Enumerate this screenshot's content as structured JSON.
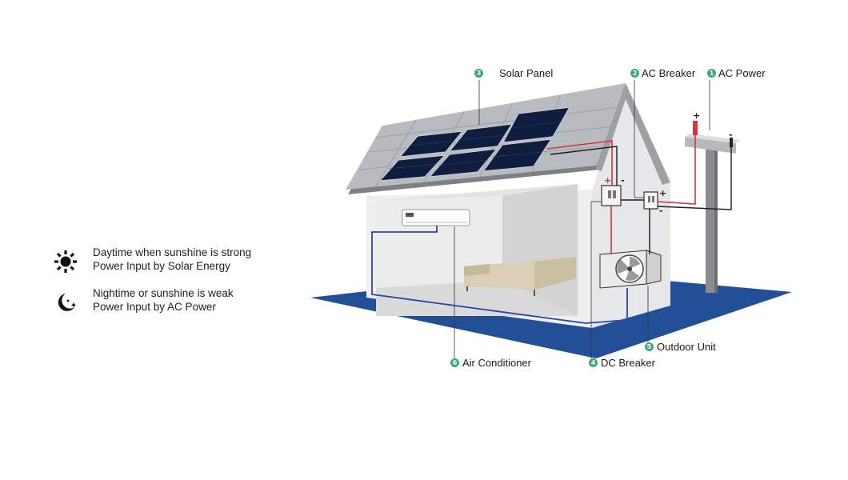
{
  "legend": [
    {
      "icon": "sun-icon",
      "line1": "Daytime when sunshine is strong",
      "line2": "Power Input by Solar Energy"
    },
    {
      "icon": "moon-stars-icon",
      "line1": "Nightime or sunshine is weak",
      "line2": "Power Input by AC Power"
    }
  ],
  "callouts": {
    "solar_panel": {
      "number": "3",
      "label": "Solar Panel"
    },
    "ac_breaker": {
      "number": "2",
      "label": "AC Breaker"
    },
    "ac_power": {
      "number": "1",
      "label": "AC Power"
    },
    "outdoor_unit": {
      "number": "5",
      "label": "Outdoor Unit"
    },
    "air_conditioner": {
      "number": "6",
      "label": "Air Conditioner"
    },
    "dc_breaker": {
      "number": "4",
      "label": "DC Breaker"
    }
  },
  "polarity": {
    "plus": "+",
    "minus": "-"
  },
  "colors": {
    "badge": "#3fa877",
    "floor": "#234f96",
    "dc_wire": "#d8323c",
    "ac_wire": "#1a1a1a",
    "indoor_line": "#2b45a8"
  }
}
